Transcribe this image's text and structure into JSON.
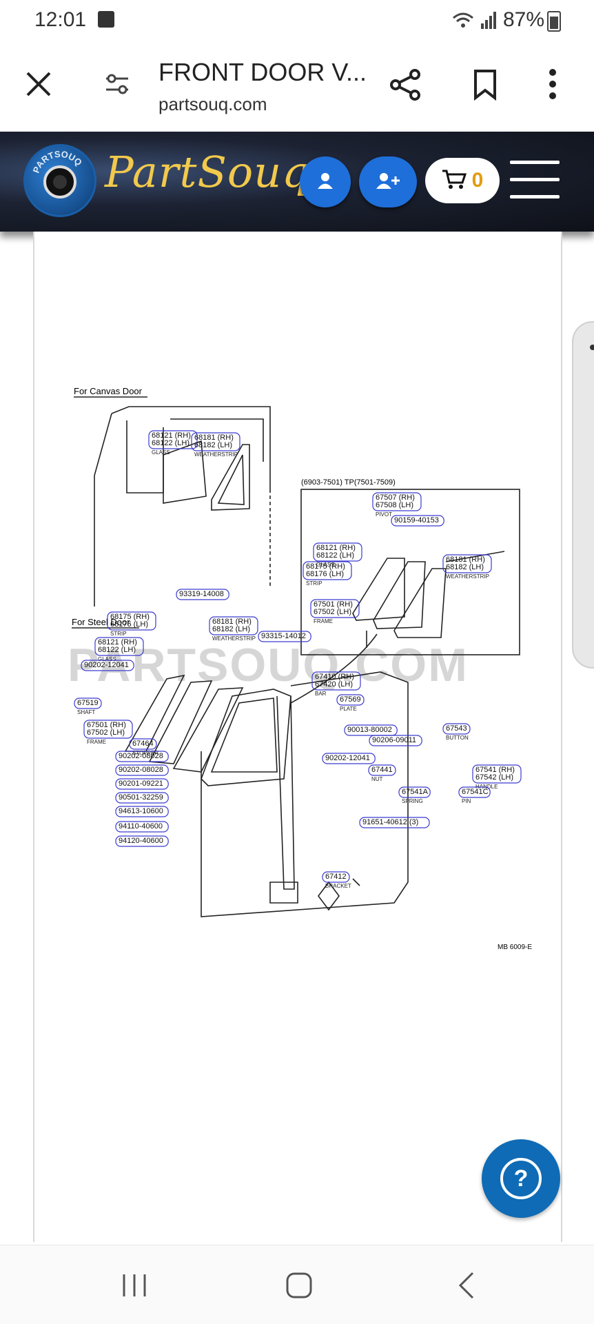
{
  "status_bar": {
    "time": "12:01",
    "battery": "87%"
  },
  "browser": {
    "page_title": "FRONT DOOR V...",
    "domain": "partsouq.com"
  },
  "site": {
    "logo_text": "PartSouq",
    "badge_text": "PARTSOUQ",
    "cart_count": "0"
  },
  "diagram": {
    "watermark": "PARTSOUQ.COM",
    "canvas_door_heading": "For Canvas Door",
    "steel_door_heading": "For Steel Door",
    "inset_heading": "(6903-7501) TP(7501-7509)",
    "drawing_code": "MB 6009-E",
    "parts": [
      {
        "id": "p1",
        "lines": [
          "68121 (RH)",
          "68122 (LH)"
        ],
        "caption": "GLASS"
      },
      {
        "id": "p2",
        "lines": [
          "68181 (RH)",
          "68182 (LH)"
        ],
        "caption": "WEATHERSTRIP"
      },
      {
        "id": "p3",
        "lines": [
          "67507 (RH)",
          "67508 (LH)"
        ],
        "caption": "PIVOT"
      },
      {
        "id": "p4",
        "lines": [
          "90159-40153"
        ],
        "caption": ""
      },
      {
        "id": "p5",
        "lines": [
          "68121 (RH)",
          "68122 (LH)"
        ],
        "caption": "GLASS"
      },
      {
        "id": "p6",
        "lines": [
          "68175 (RH)",
          "68176 (LH)"
        ],
        "caption": "STRIP"
      },
      {
        "id": "p7",
        "lines": [
          "68181 (RH)",
          "68182 (LH)"
        ],
        "caption": "WEATHERSTRIP"
      },
      {
        "id": "p8",
        "lines": [
          "67501 (RH)",
          "67502 (LH)"
        ],
        "caption": "FRAME"
      },
      {
        "id": "p9",
        "lines": [
          "93319-14008"
        ],
        "caption": ""
      },
      {
        "id": "p10",
        "lines": [
          "68175 (RH)",
          "68176 (LH)"
        ],
        "caption": "STRIP"
      },
      {
        "id": "p11",
        "lines": [
          "68181 (RH)",
          "68182 (LH)"
        ],
        "caption": "WEATHERSTRIP"
      },
      {
        "id": "p12",
        "lines": [
          "93315-14012"
        ],
        "caption": ""
      },
      {
        "id": "p13",
        "lines": [
          "68121 (RH)",
          "68122 (LH)"
        ],
        "caption": "GLASS"
      },
      {
        "id": "p14",
        "lines": [
          "90202-12041"
        ],
        "caption": ""
      },
      {
        "id": "p15",
        "lines": [
          "67410 (RH)",
          "67420 (LH)"
        ],
        "caption": "BAR"
      },
      {
        "id": "p16",
        "lines": [
          "67519"
        ],
        "caption": "SHAFT"
      },
      {
        "id": "p17",
        "lines": [
          "67569"
        ],
        "caption": "PLATE"
      },
      {
        "id": "p18",
        "lines": [
          "67501 (RH)",
          "67502 (LH)"
        ],
        "caption": "FRAME"
      },
      {
        "id": "p19",
        "lines": [
          "90013-80002"
        ],
        "caption": ""
      },
      {
        "id": "p20",
        "lines": [
          "67543"
        ],
        "caption": "BUTTON"
      },
      {
        "id": "p21",
        "lines": [
          "67464"
        ],
        "caption": "STOPPER"
      },
      {
        "id": "p22",
        "lines": [
          "90206-09011"
        ],
        "caption": ""
      },
      {
        "id": "p23",
        "lines": [
          "90202-08028"
        ],
        "caption": ""
      },
      {
        "id": "p24",
        "lines": [
          "90202-12041"
        ],
        "caption": ""
      },
      {
        "id": "p25",
        "lines": [
          "90202-08028"
        ],
        "caption": ""
      },
      {
        "id": "p26",
        "lines": [
          "67441"
        ],
        "caption": "NUT"
      },
      {
        "id": "p27",
        "lines": [
          "67541 (RH)",
          "67542 (LH)"
        ],
        "caption": "HANDLE"
      },
      {
        "id": "p28",
        "lines": [
          "90201-09221"
        ],
        "caption": ""
      },
      {
        "id": "p29",
        "lines": [
          "67541A"
        ],
        "caption": "SPRING"
      },
      {
        "id": "p30",
        "lines": [
          "67541C"
        ],
        "caption": "PIN"
      },
      {
        "id": "p31",
        "lines": [
          "90501-32259"
        ],
        "caption": ""
      },
      {
        "id": "p32",
        "lines": [
          "94613-10600"
        ],
        "caption": ""
      },
      {
        "id": "p33",
        "lines": [
          "91651-40612 (3)"
        ],
        "caption": ""
      },
      {
        "id": "p34",
        "lines": [
          "94110-40600"
        ],
        "caption": ""
      },
      {
        "id": "p35",
        "lines": [
          "94120-40600"
        ],
        "caption": ""
      },
      {
        "id": "p36",
        "lines": [
          "67412"
        ],
        "caption": "BRACKET"
      }
    ]
  },
  "colors": {
    "header_bg": "#0e1118",
    "accent_blue": "#1e6fd9",
    "logo_gold": "#f2c94c",
    "help_blue": "#0f6bb5",
    "callout_blue": "#3a3ad0"
  },
  "icons": [
    "close-icon",
    "site-settings-icon",
    "share-icon",
    "bookmark-icon",
    "more-vert-icon",
    "user-icon",
    "add-user-icon",
    "cart-icon",
    "hamburger-menu-icon",
    "help-icon",
    "recents-icon",
    "home-icon",
    "back-icon"
  ]
}
